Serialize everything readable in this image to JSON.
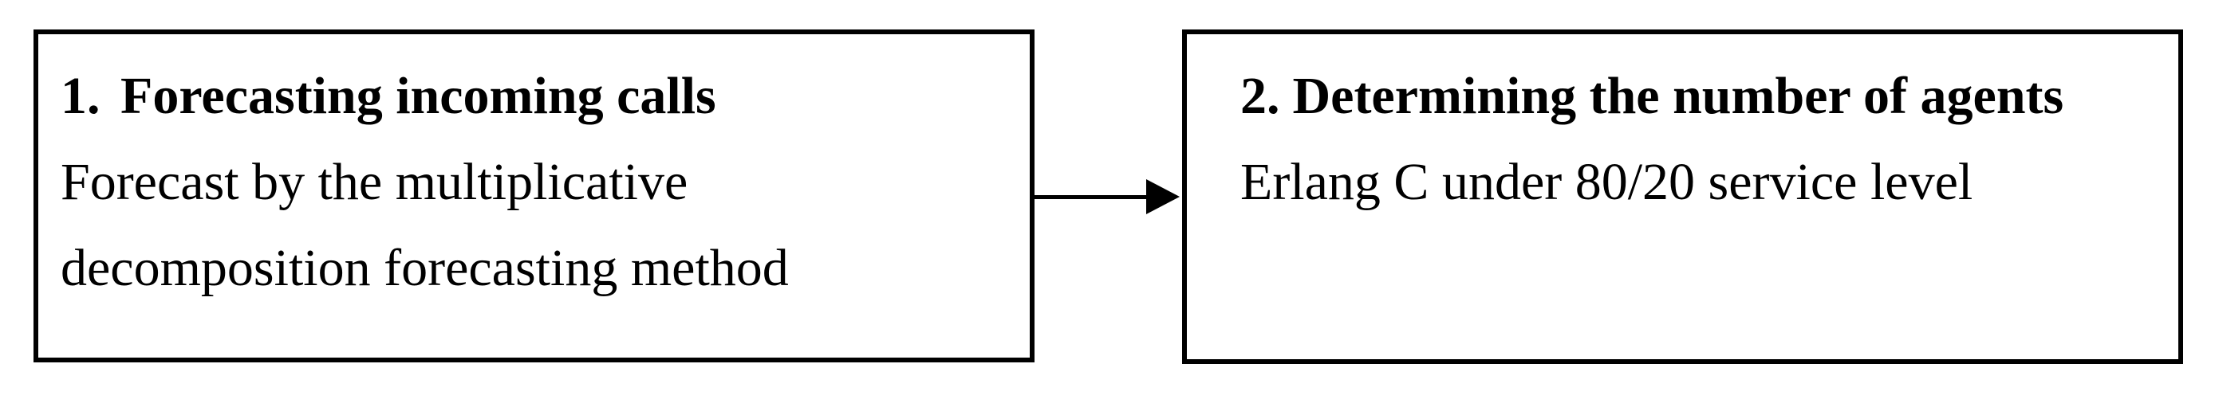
{
  "figure": {
    "background_color": "#ffffff",
    "box_border_color": "#000000",
    "text_color": "#000000",
    "steps": [
      {
        "number": "1.",
        "title": "Forecasting incoming calls",
        "lines": [
          "Forecast by the multiplicative",
          "decomposition forecasting method"
        ]
      },
      {
        "number": "2.",
        "title": "Determining the number of agents",
        "lines": [
          "Erlang C under 80/20 service level"
        ]
      }
    ],
    "connector": {
      "type": "arrow",
      "direction": "left-to-right",
      "from": "step-1",
      "to": "step-2"
    }
  }
}
